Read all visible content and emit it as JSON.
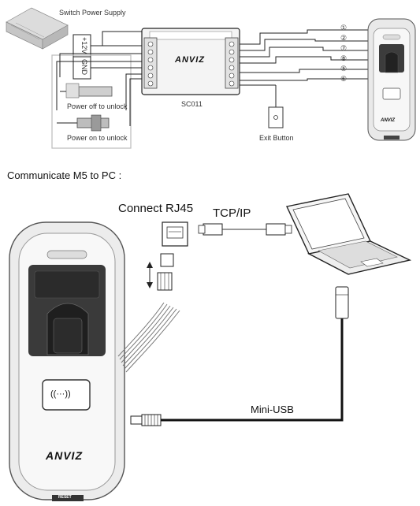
{
  "top_diagram": {
    "power_supply_label": "Switch Power Supply",
    "plus12v_label": "+12V",
    "gnd_label": "GND",
    "controller_label": "SC011",
    "controller_brand": "ANVIZ",
    "lock_off_label": "Power off to unlock",
    "lock_on_label": "Power on to unlock",
    "exit_button_label": "Exit Button",
    "reader_brand": "ANVIZ",
    "wire_numbers": [
      "①",
      "②",
      "⑦",
      "⑧",
      "⑤",
      "⑥"
    ]
  },
  "section_title": "Communicate M5 to PC :",
  "bottom_diagram": {
    "rj45_label": "Connect RJ45",
    "tcpip_label": "TCP/IP",
    "miniusb_label": "Mini-USB",
    "device_brand": "ANVIZ",
    "device_card_symbol": "((···))",
    "reset_label": "RESET"
  },
  "colors": {
    "line": "#1a1a1a",
    "device_body": "#e6e6e6",
    "device_dark": "#3a3a3a",
    "cable": "#111111"
  }
}
